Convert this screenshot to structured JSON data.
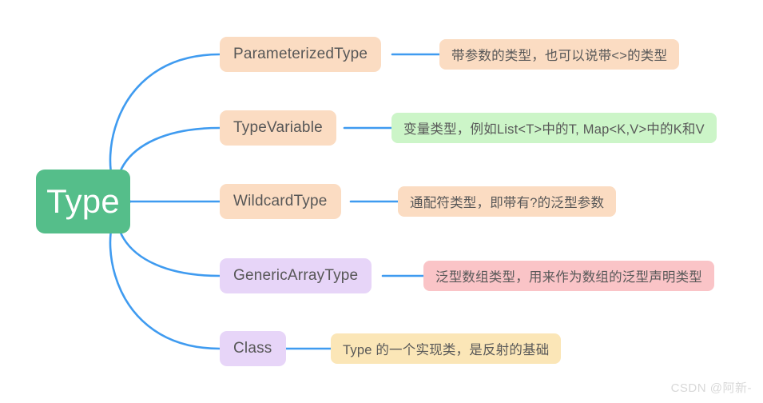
{
  "diagram": {
    "type": "mindmap",
    "root": {
      "label": "Type",
      "color": "#55be8a",
      "text_color": "#ffffff"
    },
    "branches": [
      {
        "label": "ParameterizedType",
        "color": "#fbdcc2",
        "desc": "带参数的类型，也可以说带<>的类型",
        "desc_color": "#fbdcc2"
      },
      {
        "label": "TypeVariable",
        "color": "#fbdcc2",
        "desc": "变量类型，例如List<T>中的T, Map<K,V>中的K和V",
        "desc_color": "#ccf5c8"
      },
      {
        "label": "WildcardType",
        "color": "#fbdcc2",
        "desc": "通配符类型，即带有?的泛型参数",
        "desc_color": "#fbdcc2"
      },
      {
        "label": "GenericArrayType",
        "color": "#e7d5f8",
        "desc": "泛型数组类型，用来作为数组的泛型声明类型",
        "desc_color": "#fac4c7"
      },
      {
        "label": "Class",
        "color": "#e7d5f8",
        "desc": "Type 的一个实现类，是反射的基础",
        "desc_color": "#fbe6b7"
      }
    ],
    "edge_color": "#3f9bf0"
  },
  "watermark": {
    "text": "CSDN @阿新-"
  }
}
